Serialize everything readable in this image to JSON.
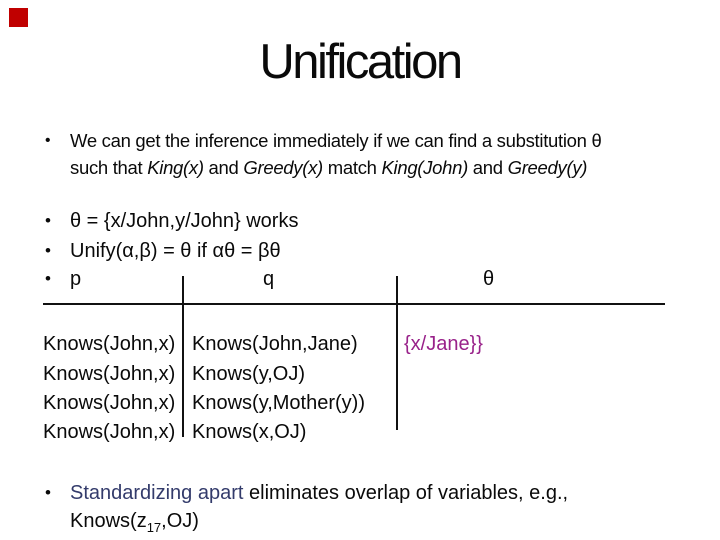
{
  "colors": {
    "accent_red": "#c00000",
    "substitution_magenta": "#99228a",
    "highlight_navy": "#333b6b"
  },
  "glyphs": {
    "bullet": "•"
  },
  "slide": {
    "title": "Unification"
  },
  "bullets": {
    "intro": {
      "line1": "We can get the inference immediately if we can find a substitution θ",
      "line2": {
        "pre": "such that ",
        "it1": "King(x)",
        "mid1": " and ",
        "it2": "Greedy(x)",
        "mid2": " match ",
        "it3": "King(John)",
        "mid3": " and ",
        "it4": "Greedy(y)"
      }
    },
    "theta_works": "θ = {x/John,y/John} works",
    "unify_def": "Unify(α,β) = θ if αθ = βθ",
    "header": {
      "p": "p",
      "q": "q",
      "theta": "θ"
    },
    "standardizing": {
      "em": "Standardizing apart",
      "rest": " eliminates overlap of variables, e.g.,",
      "line2_pre": "Knows(z",
      "line2_sub": "17",
      "line2_post": ",OJ)"
    }
  },
  "table": {
    "rows": [
      {
        "p": "Knows(John,x)",
        "q": "Knows(John,Jane)",
        "theta": "{x/Jane}}"
      },
      {
        "p": "Knows(John,x)",
        "q": "Knows(y,OJ)",
        "theta": ""
      },
      {
        "p": "Knows(John,x)",
        "q": "Knows(y,Mother(y))",
        "theta": ""
      },
      {
        "p": "Knows(John,x)",
        "q": "Knows(x,OJ)",
        "theta": ""
      }
    ]
  }
}
